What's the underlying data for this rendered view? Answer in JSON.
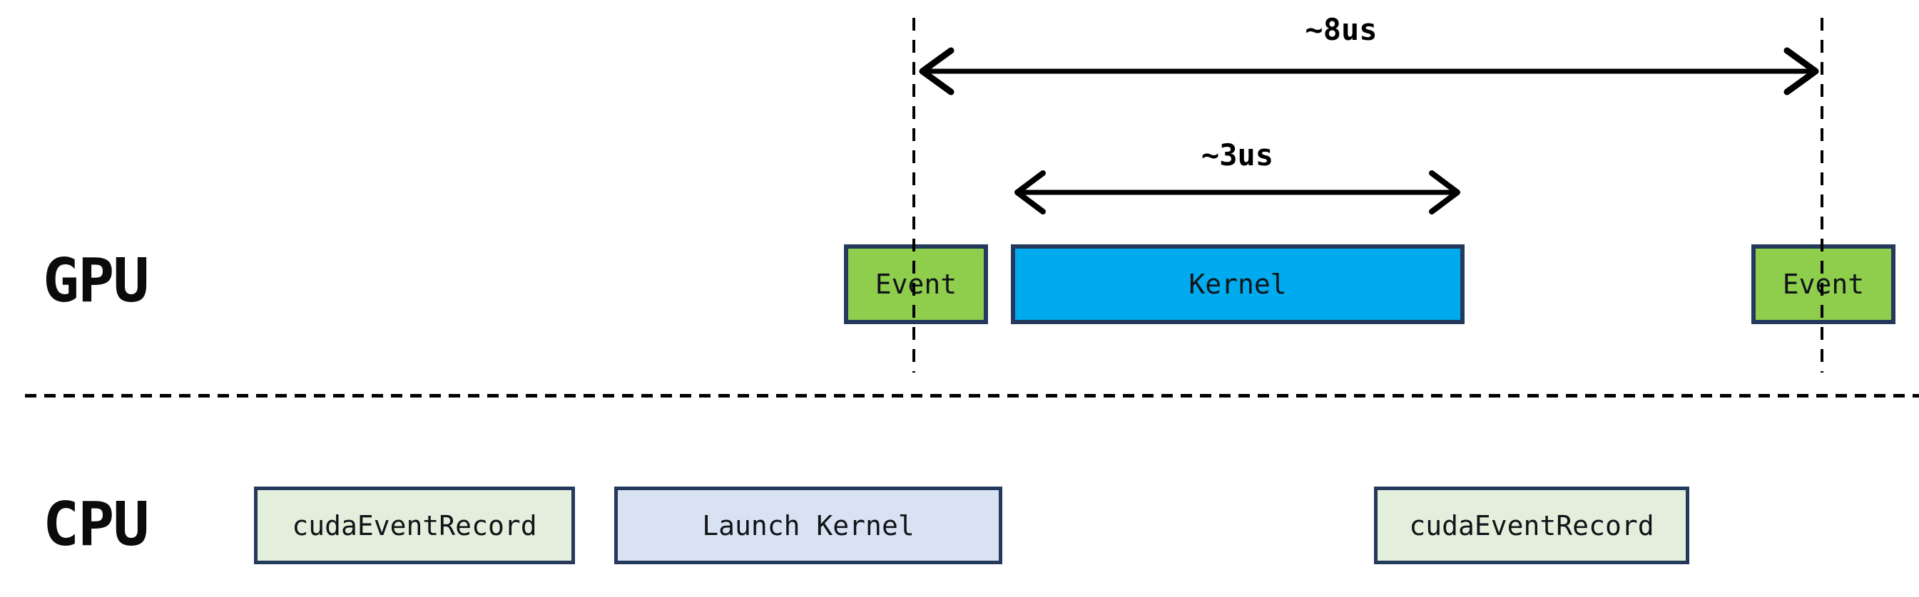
{
  "gpu": {
    "label": "GPU",
    "blocks": [
      {
        "name": "event-start",
        "label": "Event"
      },
      {
        "name": "kernel",
        "label": "Kernel"
      },
      {
        "name": "event-end",
        "label": "Event"
      }
    ]
  },
  "cpu": {
    "label": "CPU",
    "blocks": [
      {
        "name": "cuda-event-record-start",
        "label": "cudaEventRecord"
      },
      {
        "name": "launch-kernel",
        "label": "Launch Kernel"
      },
      {
        "name": "cuda-event-record-end",
        "label": "cudaEventRecord"
      }
    ]
  },
  "annotations": {
    "total_duration": {
      "label": "~8us"
    },
    "kernel_duration": {
      "label": "~3us"
    }
  },
  "colors": {
    "event_fill": "#8fce4c",
    "kernel_fill": "#00aaee",
    "cpu_record_fill": "#e4eedc",
    "launch_kernel_fill": "#d9e2f3",
    "border": "#24395b",
    "line": "#000000",
    "background": "#ffffff"
  }
}
